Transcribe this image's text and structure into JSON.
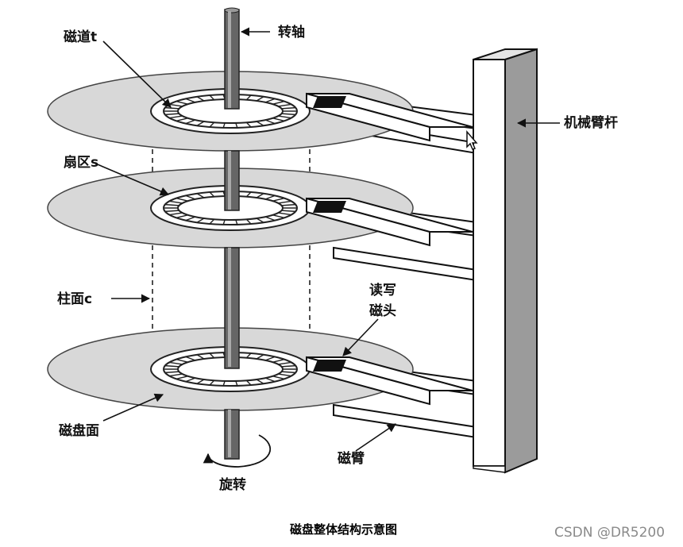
{
  "diagram": {
    "labels": {
      "track": "磁道t",
      "spindle": "转轴",
      "sector": "扇区s",
      "arm_pole": "机械臂杆",
      "cylinder": "柱面c",
      "head_line1": "读写",
      "head_line2": "磁头",
      "surface": "磁盘面",
      "rotation": "旋转",
      "disk_arm": "磁臂"
    },
    "caption": "磁盘整体结构示意图",
    "watermark": "CSDN @DR5200"
  }
}
